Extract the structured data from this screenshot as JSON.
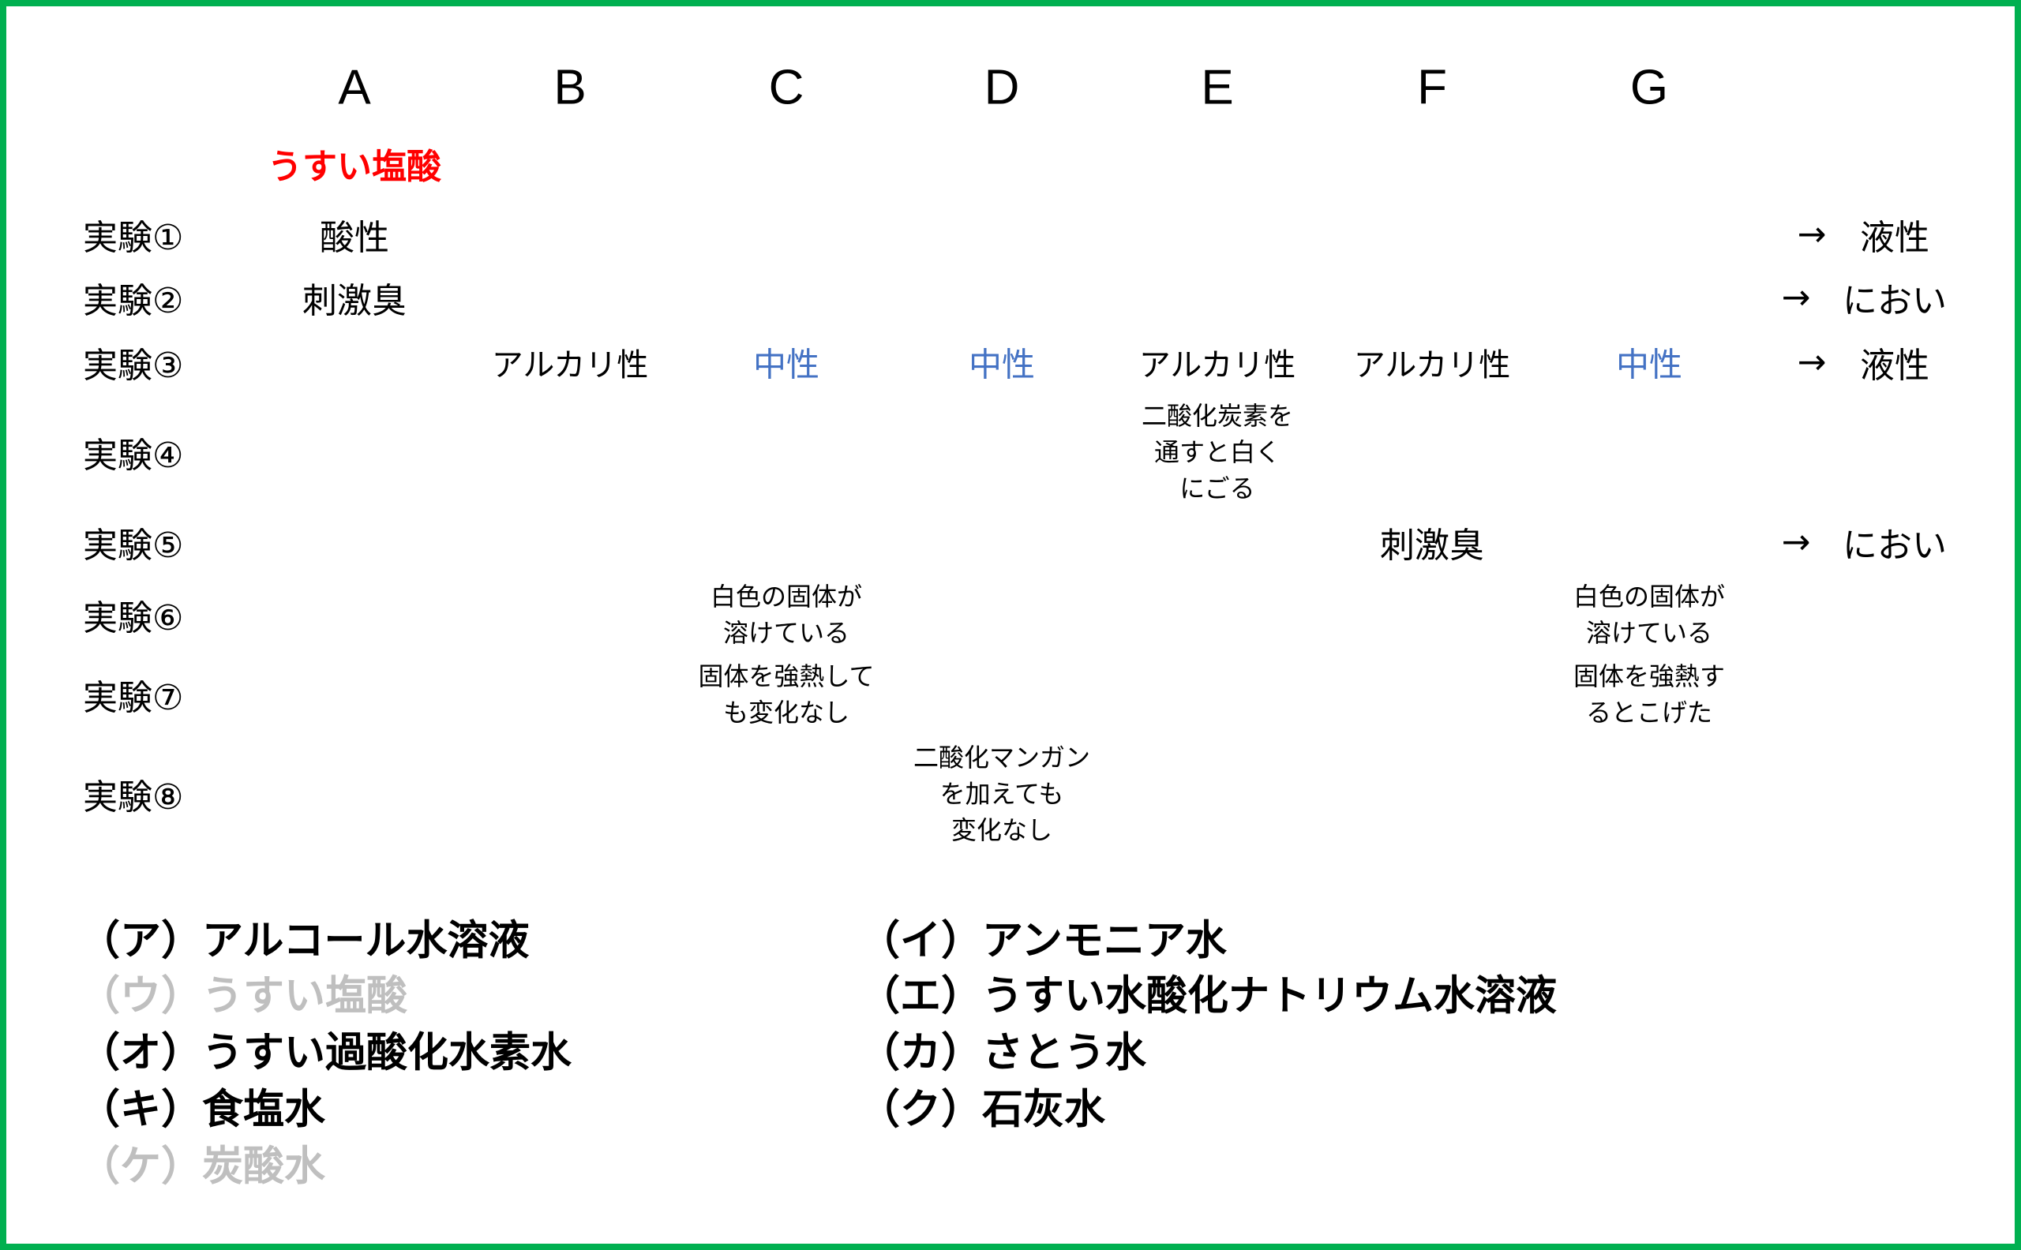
{
  "columns": [
    "A",
    "B",
    "C",
    "D",
    "E",
    "F",
    "G"
  ],
  "column_a_answer": "うすい塩酸",
  "rows": [
    {
      "label": "実験①",
      "A": "酸性",
      "arrow": "→",
      "result": "液性"
    },
    {
      "label": "実験②",
      "A": "刺激臭",
      "arrow": "→",
      "result": "におい"
    },
    {
      "label": "実験③",
      "B": "アルカリ性",
      "C": "中性",
      "D": "中性",
      "E": "アルカリ性",
      "F": "アルカリ性",
      "G": "中性",
      "arrow": "→",
      "result": "液性"
    },
    {
      "label": "実験④",
      "E": [
        "二酸化炭素を",
        "通すと白く",
        "にごる"
      ]
    },
    {
      "label": "実験⑤",
      "F": "刺激臭",
      "arrow": "→",
      "result": "におい"
    },
    {
      "label": "実験⑥",
      "C": [
        "白色の固体が",
        "溶けている"
      ],
      "G": [
        "白色の固体が",
        "溶けている"
      ]
    },
    {
      "label": "実験⑦",
      "C": [
        "固体を強熱して",
        "も変化なし"
      ],
      "G": [
        "固体を強熱す",
        "るとこげた"
      ]
    },
    {
      "label": "実験⑧",
      "D": [
        "二酸化マンガン",
        "を加えても",
        "変化なし"
      ]
    }
  ],
  "options": [
    {
      "text": "（ア）アルコール水溶液",
      "used": false
    },
    {
      "text": "（イ）アンモニア水",
      "used": false
    },
    {
      "text": "（ウ）うすい塩酸",
      "used": true
    },
    {
      "text": "（エ）うすい水酸化ナトリウム水溶液",
      "used": false
    },
    {
      "text": "（オ）うすい過酸化水素水",
      "used": false
    },
    {
      "text": "（カ）さとう水",
      "used": false
    },
    {
      "text": "（キ）食塩水",
      "used": false
    },
    {
      "text": "（ク）石灰水",
      "used": false
    },
    {
      "text": "（ケ）炭酸水",
      "used": true
    }
  ],
  "colors": {
    "border": "#00b050",
    "answer": "#ff0000",
    "neutral": "#4472c4",
    "used": "#bfbfbf"
  }
}
